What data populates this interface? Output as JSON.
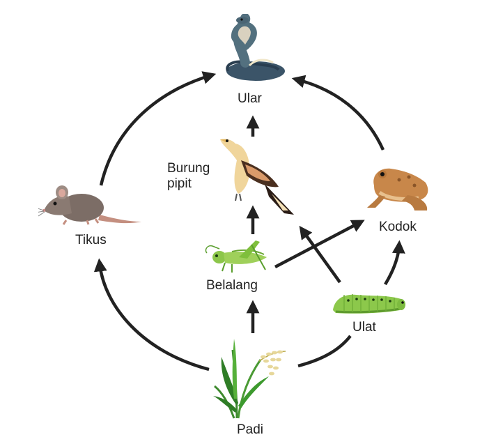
{
  "diagram": {
    "nodes": [
      {
        "id": "ular",
        "label": "Ular",
        "icon": "snake-icon"
      },
      {
        "id": "burung",
        "label": "Burung\npipit",
        "icon": "sparrow-icon"
      },
      {
        "id": "tikus",
        "label": "Tikus",
        "icon": "rat-icon"
      },
      {
        "id": "kodok",
        "label": "Kodok",
        "icon": "frog-icon"
      },
      {
        "id": "belalang",
        "label": "Belalang",
        "icon": "grasshopper-icon"
      },
      {
        "id": "ulat",
        "label": "Ulat",
        "icon": "caterpillar-icon"
      },
      {
        "id": "padi",
        "label": "Padi",
        "icon": "rice-plant-icon"
      }
    ],
    "edges": [
      {
        "from": "padi",
        "to": "tikus"
      },
      {
        "from": "padi",
        "to": "belalang"
      },
      {
        "from": "padi",
        "to": "ulat"
      },
      {
        "from": "tikus",
        "to": "ular"
      },
      {
        "from": "belalang",
        "to": "burung"
      },
      {
        "from": "belalang",
        "to": "kodok"
      },
      {
        "from": "ulat",
        "to": "burung"
      },
      {
        "from": "ulat",
        "to": "kodok"
      },
      {
        "from": "burung",
        "to": "ular"
      },
      {
        "from": "kodok",
        "to": "ular"
      }
    ],
    "colors": {
      "arrow": "#222222",
      "text": "#222222"
    }
  }
}
